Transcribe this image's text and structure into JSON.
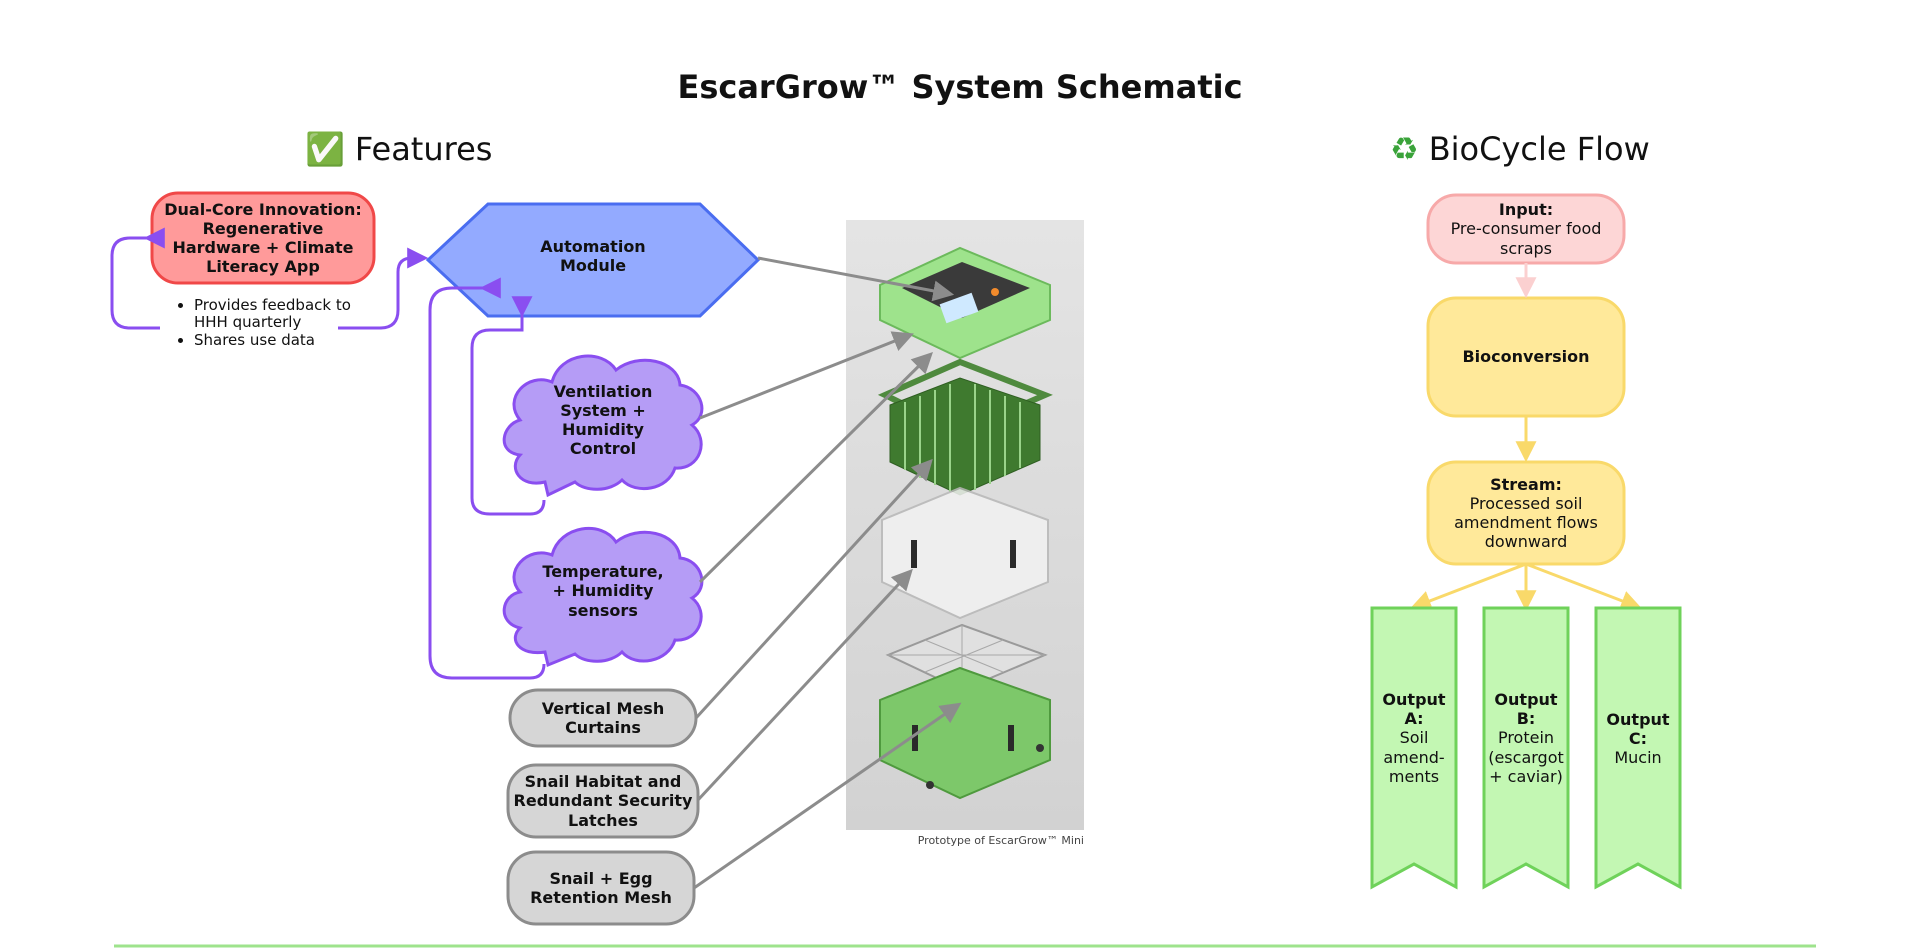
{
  "title": "EscarGrow™ System Schematic",
  "features": {
    "heading_icon": "check-mark-icon",
    "heading": "Features",
    "dual_core": "Dual-Core Innovation: Regenerative Hardware + Climate Literacy App",
    "bullets": [
      "Provides feedback to HHH quarterly",
      "Shares use data"
    ],
    "automation": "Automation Module",
    "ventilation": "Ventilation System + Humidity Control",
    "temperature": "Temperature, + Humidity sensors",
    "mesh_curtains": "Vertical Mesh Curtains",
    "habitat": "Snail Habitat and Redundant Security Latches",
    "egg_mesh": "Snail + Egg Retention Mesh",
    "caption": "Prototype of EscarGrow™ Mini"
  },
  "biocycle": {
    "heading_icon": "recycle-icon",
    "heading": "BioCycle Flow",
    "input_title": "Input:",
    "input_text": "Pre-consumer food scraps",
    "bioconversion": "Bioconversion",
    "stream_title": "Stream:",
    "stream_text": "Processed soil amendment flows downward",
    "outputs": [
      {
        "title": "Output A:",
        "text": "Soil amend-ments"
      },
      {
        "title": "Output B:",
        "text": "Protein (escargot + caviar)"
      },
      {
        "title": "Output C:",
        "text": "Mucin"
      }
    ]
  },
  "colors": {
    "red_fill": "#ff9a9a",
    "red_stroke": "#f04848",
    "blue_fill": "#93aaff",
    "blue_stroke": "#4a6df0",
    "purple_fill": "#b59cf6",
    "purple_stroke": "#8a4ef0",
    "gray_fill": "#d6d6d6",
    "gray_stroke": "#8c8c8c",
    "pink_fill": "#fdd6d6",
    "pink_stroke": "#f7a9a9",
    "yellow_fill": "#ffe99a",
    "yellow_stroke": "#f9d96a",
    "green_fill": "#c3f7b3",
    "green_stroke": "#6fd25a"
  }
}
